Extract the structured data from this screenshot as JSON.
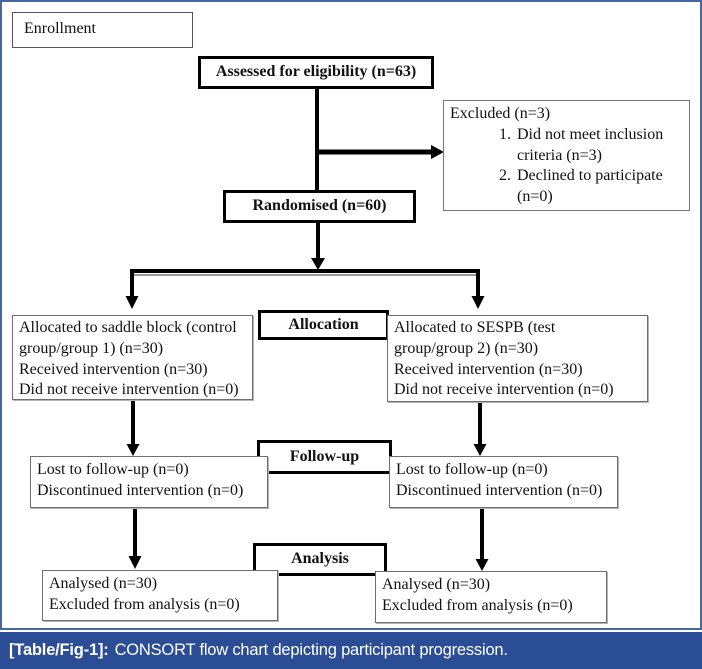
{
  "colors": {
    "caption_bg": "#2a4d96",
    "frame_border": "#46689e",
    "line_color": "#000000"
  },
  "flow": {
    "enrollment_label": "Enrollment",
    "assessed": "Assessed for eligibility (n=63)",
    "excluded": {
      "title": "Excluded (n=3)",
      "items": [
        "Did not meet inclusion criteria (n=3)",
        "Declined to participate (n=0)"
      ]
    },
    "randomised": "Randomised (n=60)",
    "stages": {
      "allocation": "Allocation",
      "followup": "Follow-up",
      "analysis": "Analysis"
    },
    "allocation_left": {
      "lines": [
        "Allocated to saddle block (control",
        "group/group 1) (n=30)",
        "Received intervention (n=30)",
        "Did not receive intervention (n=0)"
      ]
    },
    "allocation_right": {
      "lines": [
        "Allocated to SESPB (test",
        "group/group 2) (n=30)",
        "Received intervention (n=30)",
        "Did not receive intervention (n=0)"
      ]
    },
    "followup_left": {
      "lines": [
        "Lost to follow-up (n=0)",
        "Discontinued intervention (n=0)"
      ]
    },
    "followup_right": {
      "lines": [
        "Lost to follow-up (n=0)",
        "Discontinued intervention (n=0)"
      ]
    },
    "analysis_left": {
      "lines": [
        "Analysed (n=30)",
        "Excluded from analysis (n=0)"
      ]
    },
    "analysis_right": {
      "lines": [
        "Analysed (n=30)",
        "Excluded from analysis (n=0)"
      ]
    }
  },
  "caption": {
    "tag": "[Table/Fig-1]:",
    "text": "CONSORT flow chart depicting participant progression."
  }
}
